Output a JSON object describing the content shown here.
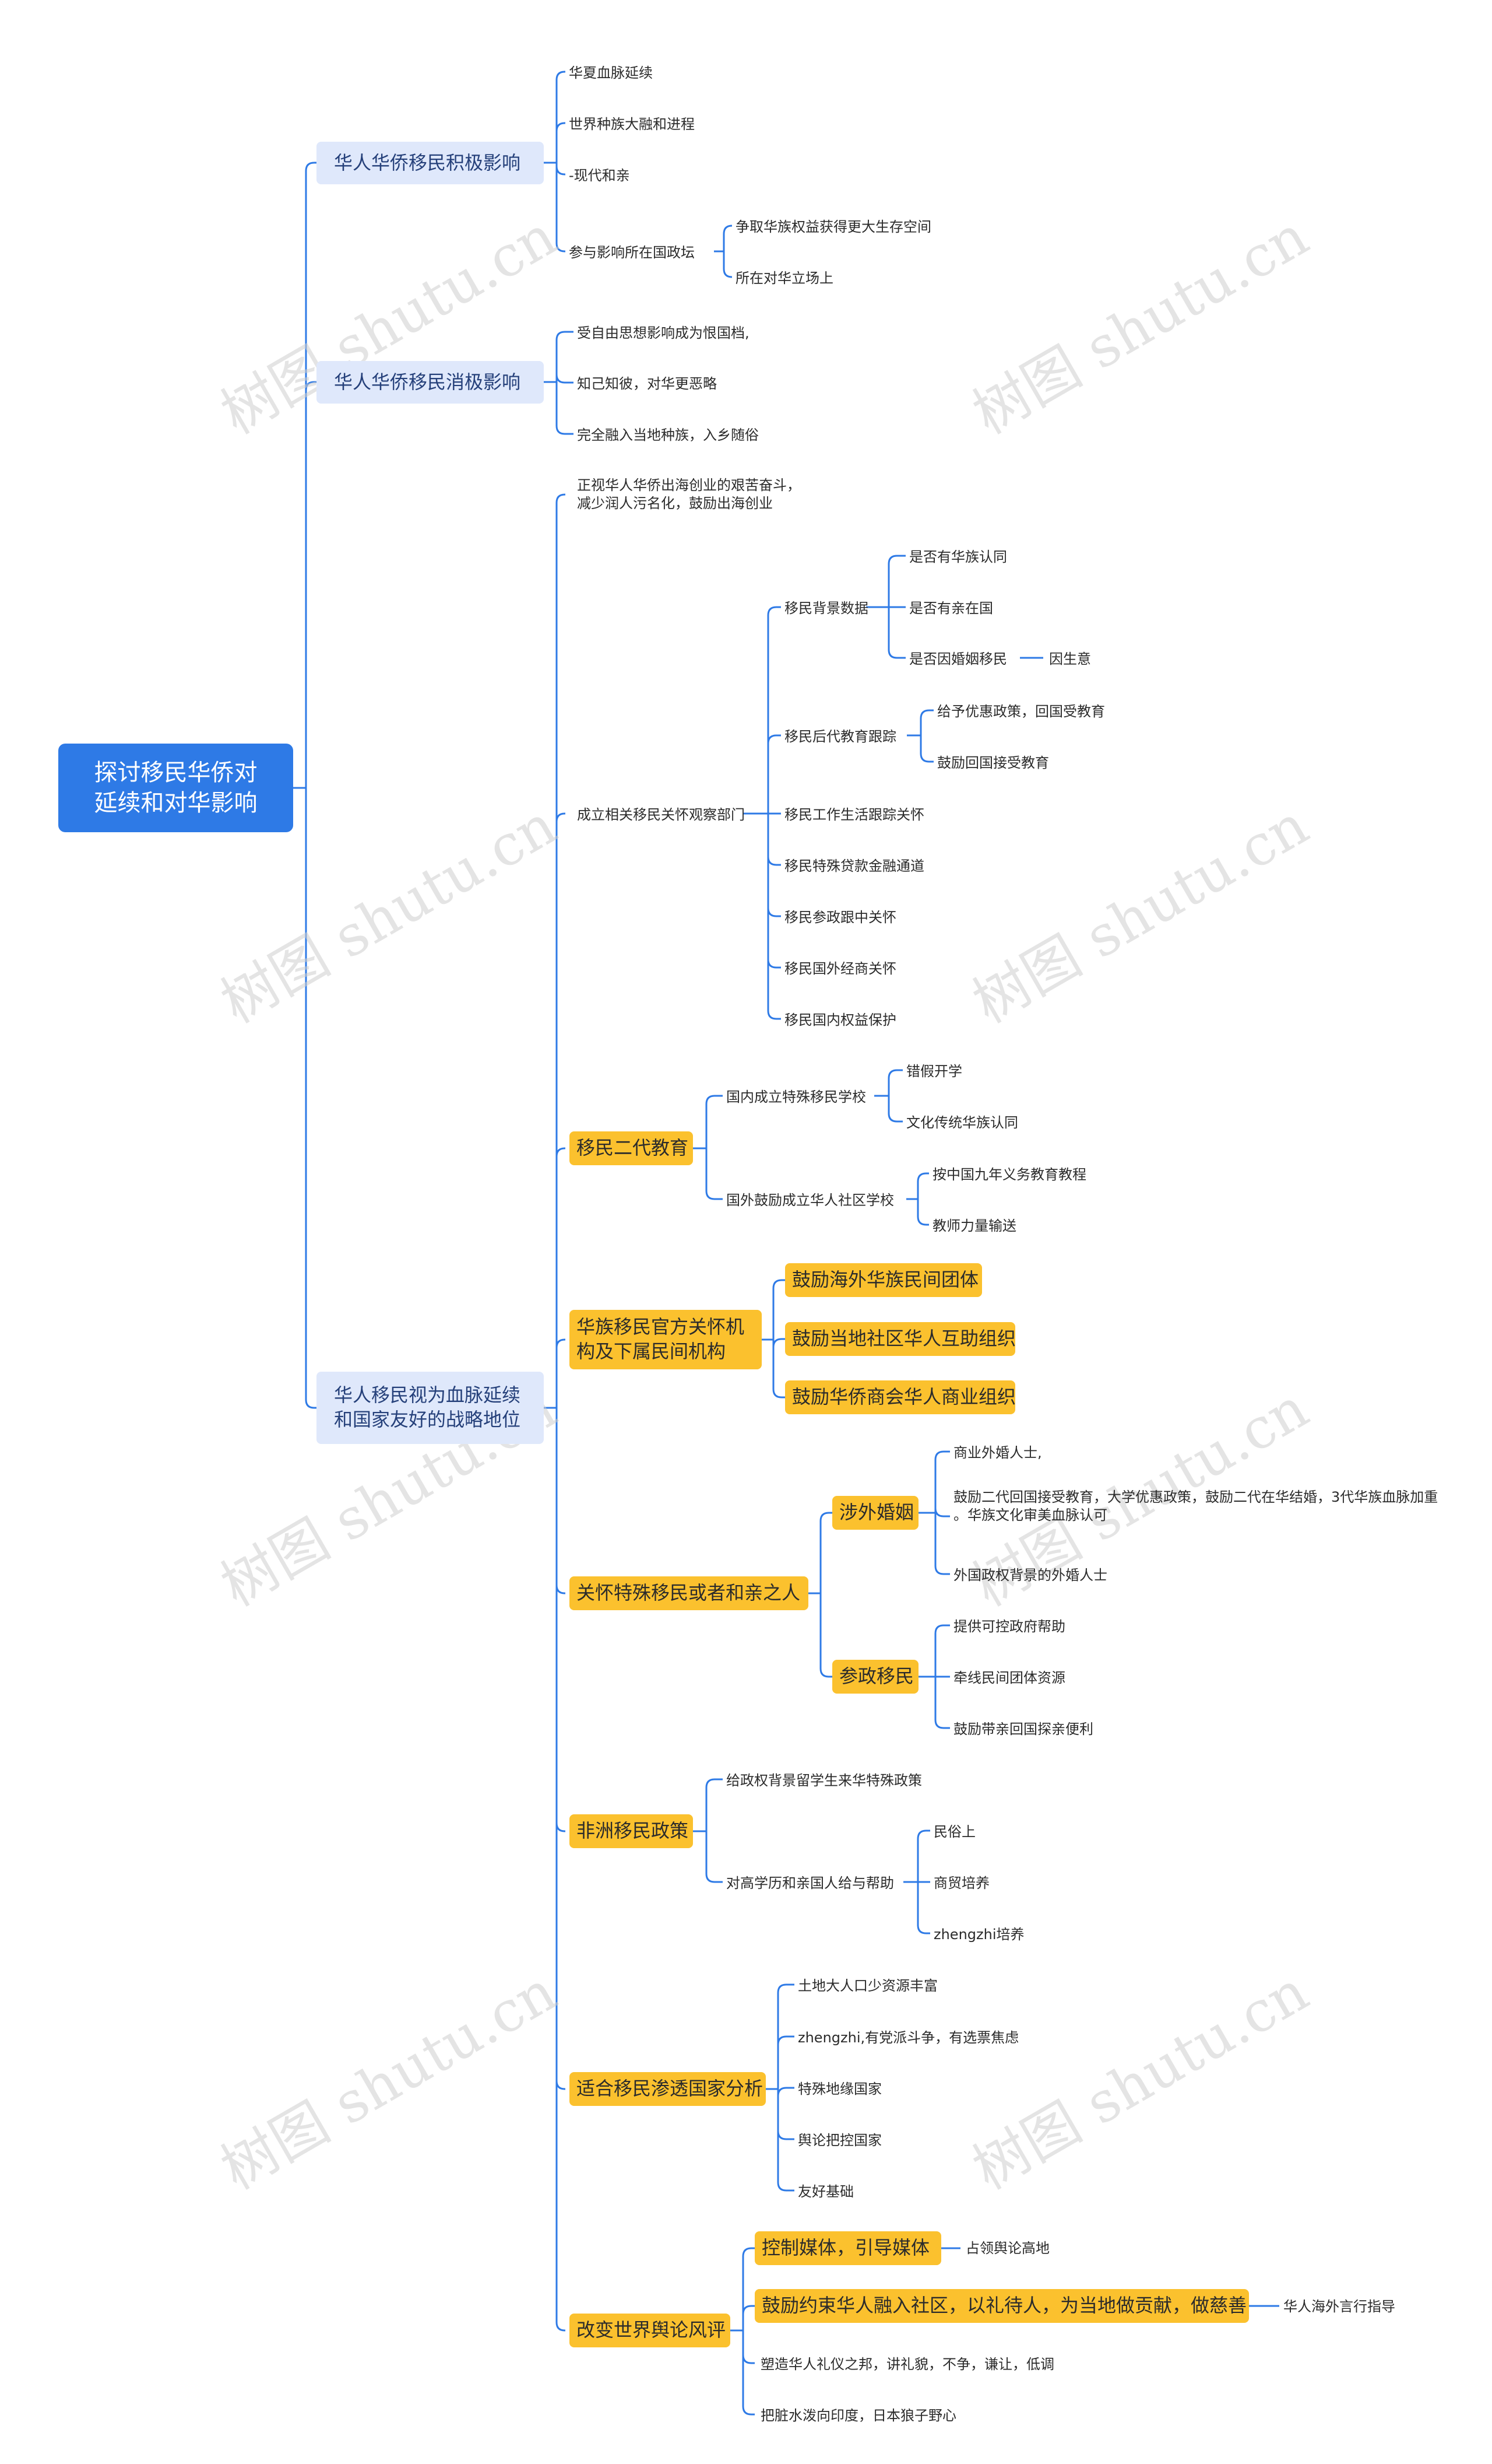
{
  "watermark": "树图 shutu.cn",
  "colors": {
    "root": "#2e7ae6",
    "level1": "#dfe8fb",
    "level2": "#fbc12e",
    "line": "#2e7ae6"
  },
  "root": "探讨移民华侨对\n延续和对华影响",
  "positive": {
    "label": "华人华侨移民积极影响",
    "items": [
      "华夏血脉延续",
      "世界种族大融和进程",
      "-现代和亲",
      "参与影响所在国政坛"
    ],
    "politics_sub": [
      "争取华族权益获得更大生存空间",
      "所在对华立场上"
    ]
  },
  "negative": {
    "label": "华人华侨移民消极影响",
    "items": [
      "受自由思想影响成为恨国档,",
      "知己知彼，对华更恶略",
      "完全融入当地种族，入乡随俗"
    ]
  },
  "strategic": {
    "label": "华人移民视为血脉延续\n和国家友好的战略地位",
    "intro": "正视华人华侨出海创业的艰苦奋斗，\n减少润人污名化，鼓励出海创业",
    "observation": {
      "label": "成立相关移民关怀观察部门",
      "background": "移民背景数据",
      "background_items": [
        "是否有华族认同",
        "是否有亲在国",
        "是否因婚姻移民"
      ],
      "background_note": "因生意",
      "education_track": "移民后代教育跟踪",
      "education_items": [
        "给予优惠政策，回国受教育",
        "鼓励回国接受教育"
      ],
      "others": [
        "移民工作生活跟踪关怀",
        "移民特殊贷款金融通道",
        "移民参政跟中关怀",
        "移民国外经商关怀",
        "移民国内权益保护"
      ]
    },
    "second_gen": {
      "label": "移民二代教育",
      "domestic": "国内成立特殊移民学校",
      "domestic_items": [
        "错假开学",
        "文化传统华族认同"
      ],
      "abroad": "国外鼓励成立华人社区学校",
      "abroad_items": [
        "按中国九年义务教育教程",
        "教师力量输送"
      ]
    },
    "official": {
      "label": "华族移民官方关怀机\n构及下属民间机构",
      "items": [
        "鼓励海外华族民间团体",
        "鼓励当地社区华人互助组织",
        "鼓励华侨商会华人商业组织"
      ]
    },
    "special": {
      "label": "关怀特殊移民或者和亲之人",
      "marriage": "涉外婚姻",
      "marriage_items": [
        "商业外婚人士,",
        "鼓励二代回国接受教育，大学优惠政策，鼓励二代在华结婚，3代华族血脉加重\n。华族文化审美血脉认可",
        "外国政权背景的外婚人士"
      ],
      "politics": "参政移民",
      "politics_items": [
        "提供可控政府帮助",
        "牵线民间团体资源",
        "鼓励带亲回国探亲便利"
      ]
    },
    "africa": {
      "label": "非洲移民政策",
      "items": [
        "给政权背景留学生来华特殊政策",
        "对高学历和亲国人给与帮助"
      ],
      "help_items": [
        "民俗上",
        "商贸培养",
        "zhengzhi培养"
      ]
    },
    "countries": {
      "label": "适合移民渗透国家分析",
      "items": [
        "土地大人口少资源丰富",
        "zhengzhi,有党派斗争，有选票焦虑",
        "特殊地缘国家",
        "舆论把控国家",
        "友好基础"
      ]
    },
    "opinion": {
      "label": "改变世界舆论风评",
      "media": "控制媒体，引导媒体",
      "media_note": "占领舆论高地",
      "community": "鼓励约束华人融入社区，以礼待人，为当地做贡献，做慈善",
      "community_note": "华人海外言行指导",
      "items": [
        "塑造华人礼仪之邦，讲礼貌，不争，谦让，低调",
        "把脏水泼向印度，日本狼子野心"
      ]
    }
  }
}
